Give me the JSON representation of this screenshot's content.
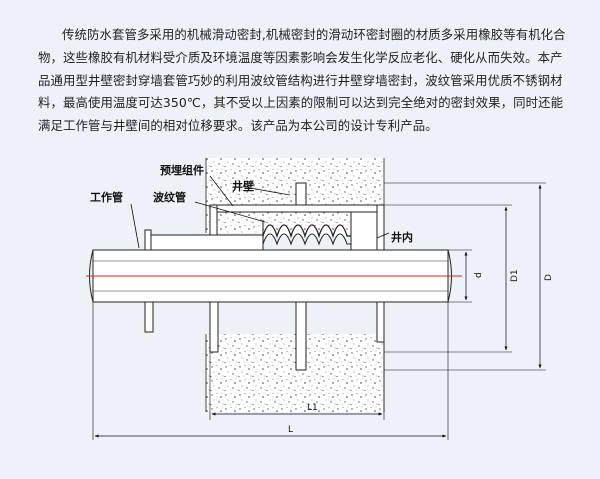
{
  "description": "传统防水套管多采用的机械滑动密封,机械密封的滑动环密封圈的材质多采用橡胶等有机化合物，这些橡胶有机材料受介质及环境温度等因素影响会发生化学反应老化、硬化从而失效。本产品通用型井壁密封穿墙套管巧妙的利用波纹管结构进行井壁穿墙密封，波纹管采用优质不锈钢材料，最高使用温度可达350℃，其不受以上因素的限制可以达到完全绝对的密封效果，同时还能满足工作管与井壁间的相对位移要求。该产品为本公司的设计专利产品。",
  "diagram": {
    "labels": {
      "embedded_component": "预埋组件",
      "well_wall": "井壁",
      "bellows": "波纹管",
      "working_pipe": "工作管",
      "inside_well": "井内"
    },
    "dimensions": {
      "d": "d",
      "D1": "D1",
      "D": "D",
      "L1": "L1",
      "L": "L"
    }
  }
}
